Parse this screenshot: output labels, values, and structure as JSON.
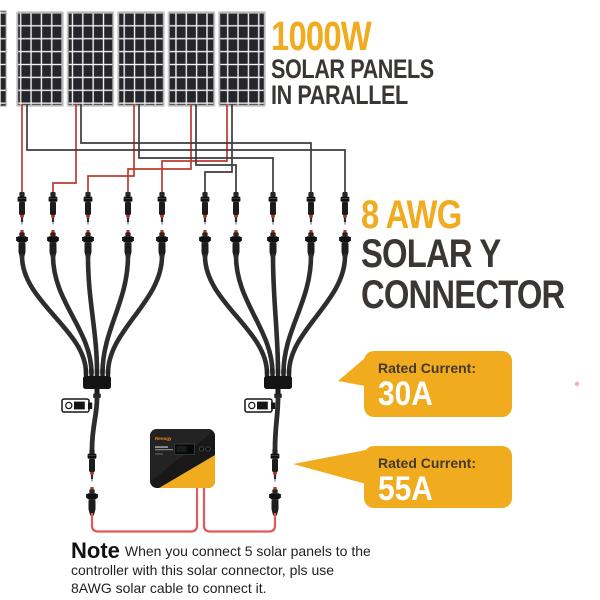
{
  "title_block": {
    "wattage": "1000W",
    "line2": "SOLAR PANELS",
    "line3": "IN PARALLEL"
  },
  "connector_block": {
    "gauge": "8 AWG",
    "line2": "SOLAR Y",
    "line3": "CONNECTOR"
  },
  "badges": [
    {
      "label": "Rated Current:",
      "value": "30A"
    },
    {
      "label": "Rated Current:",
      "value": "55A"
    }
  ],
  "controller": {
    "brand": "Renogy"
  },
  "note": {
    "title": "Note",
    "body": "When you connect 5 solar panels to the controller with this solar connector, pls use 8AWG solar cable to connect it."
  },
  "diagram": {
    "solar_panel_count": 5,
    "y_branch_count": 5,
    "connector_pairs": 10
  },
  "icons": {
    "mc4_male": "mc4-male-connector",
    "mc4_female": "mc4-female-connector",
    "spec_tag": "cable-spec-tag"
  },
  "colors": {
    "accent": "#F0AB1E",
    "heading": "#3A3633",
    "wire_red": "#BE3A33",
    "wire_black": "#3C3C3C",
    "cable": "#2D2D2D",
    "bottom_red": "#E05A5C"
  }
}
